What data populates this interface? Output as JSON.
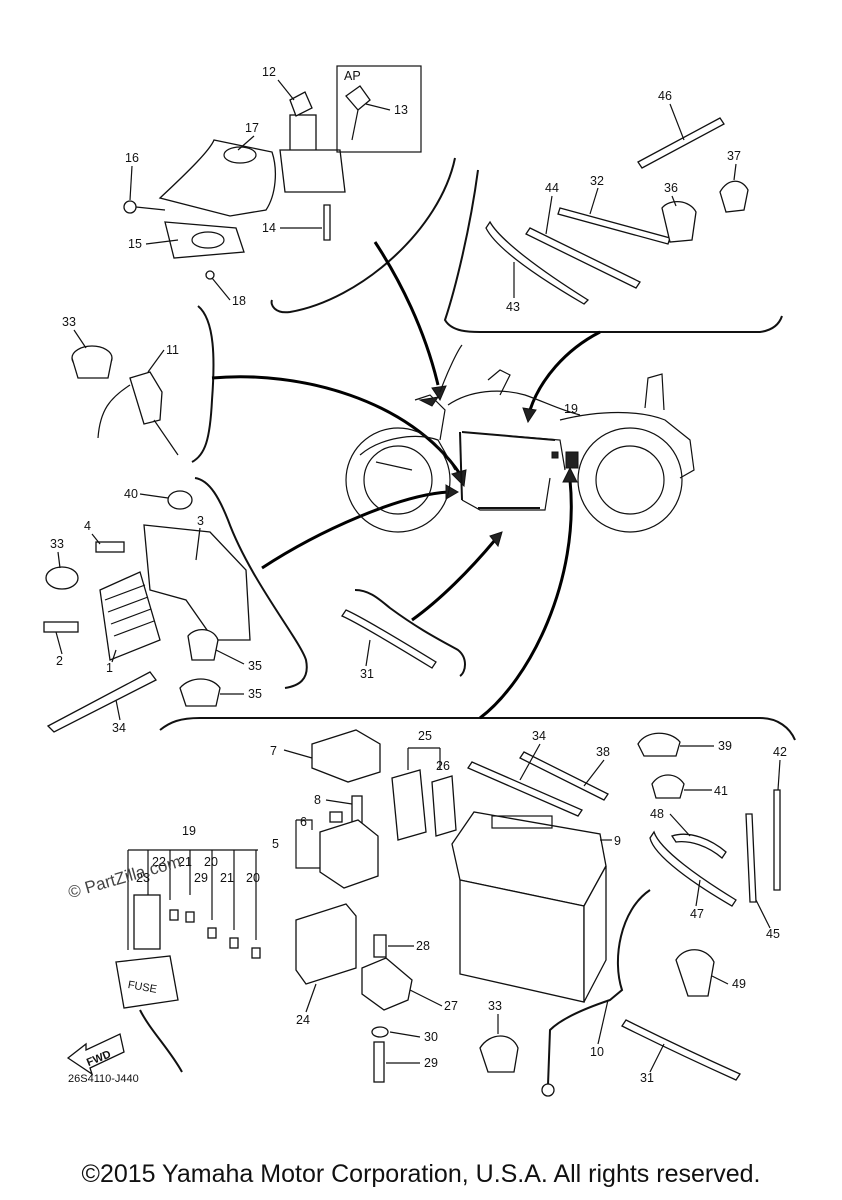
{
  "diagram": {
    "part_numbers": [
      "1",
      "2",
      "3",
      "4",
      "5",
      "6",
      "7",
      "8",
      "9",
      "10",
      "11",
      "12",
      "13",
      "14",
      "15",
      "16",
      "17",
      "18",
      "19",
      "20",
      "21",
      "22",
      "23",
      "24",
      "25",
      "26",
      "27",
      "28",
      "29",
      "30",
      "31",
      "32",
      "33",
      "34",
      "35",
      "36",
      "37",
      "38",
      "39",
      "40",
      "41",
      "42",
      "43",
      "44",
      "45",
      "46",
      "47",
      "48",
      "49"
    ],
    "ap_label": "AP",
    "fwd_label": "FWD",
    "fuse_label": "FUSE",
    "drawing_code": "26S4110-J440",
    "watermark": "© PartZilla.com",
    "copyright": "©2015 Yamaha Motor Corporation, U.S.A. All rights reserved."
  }
}
